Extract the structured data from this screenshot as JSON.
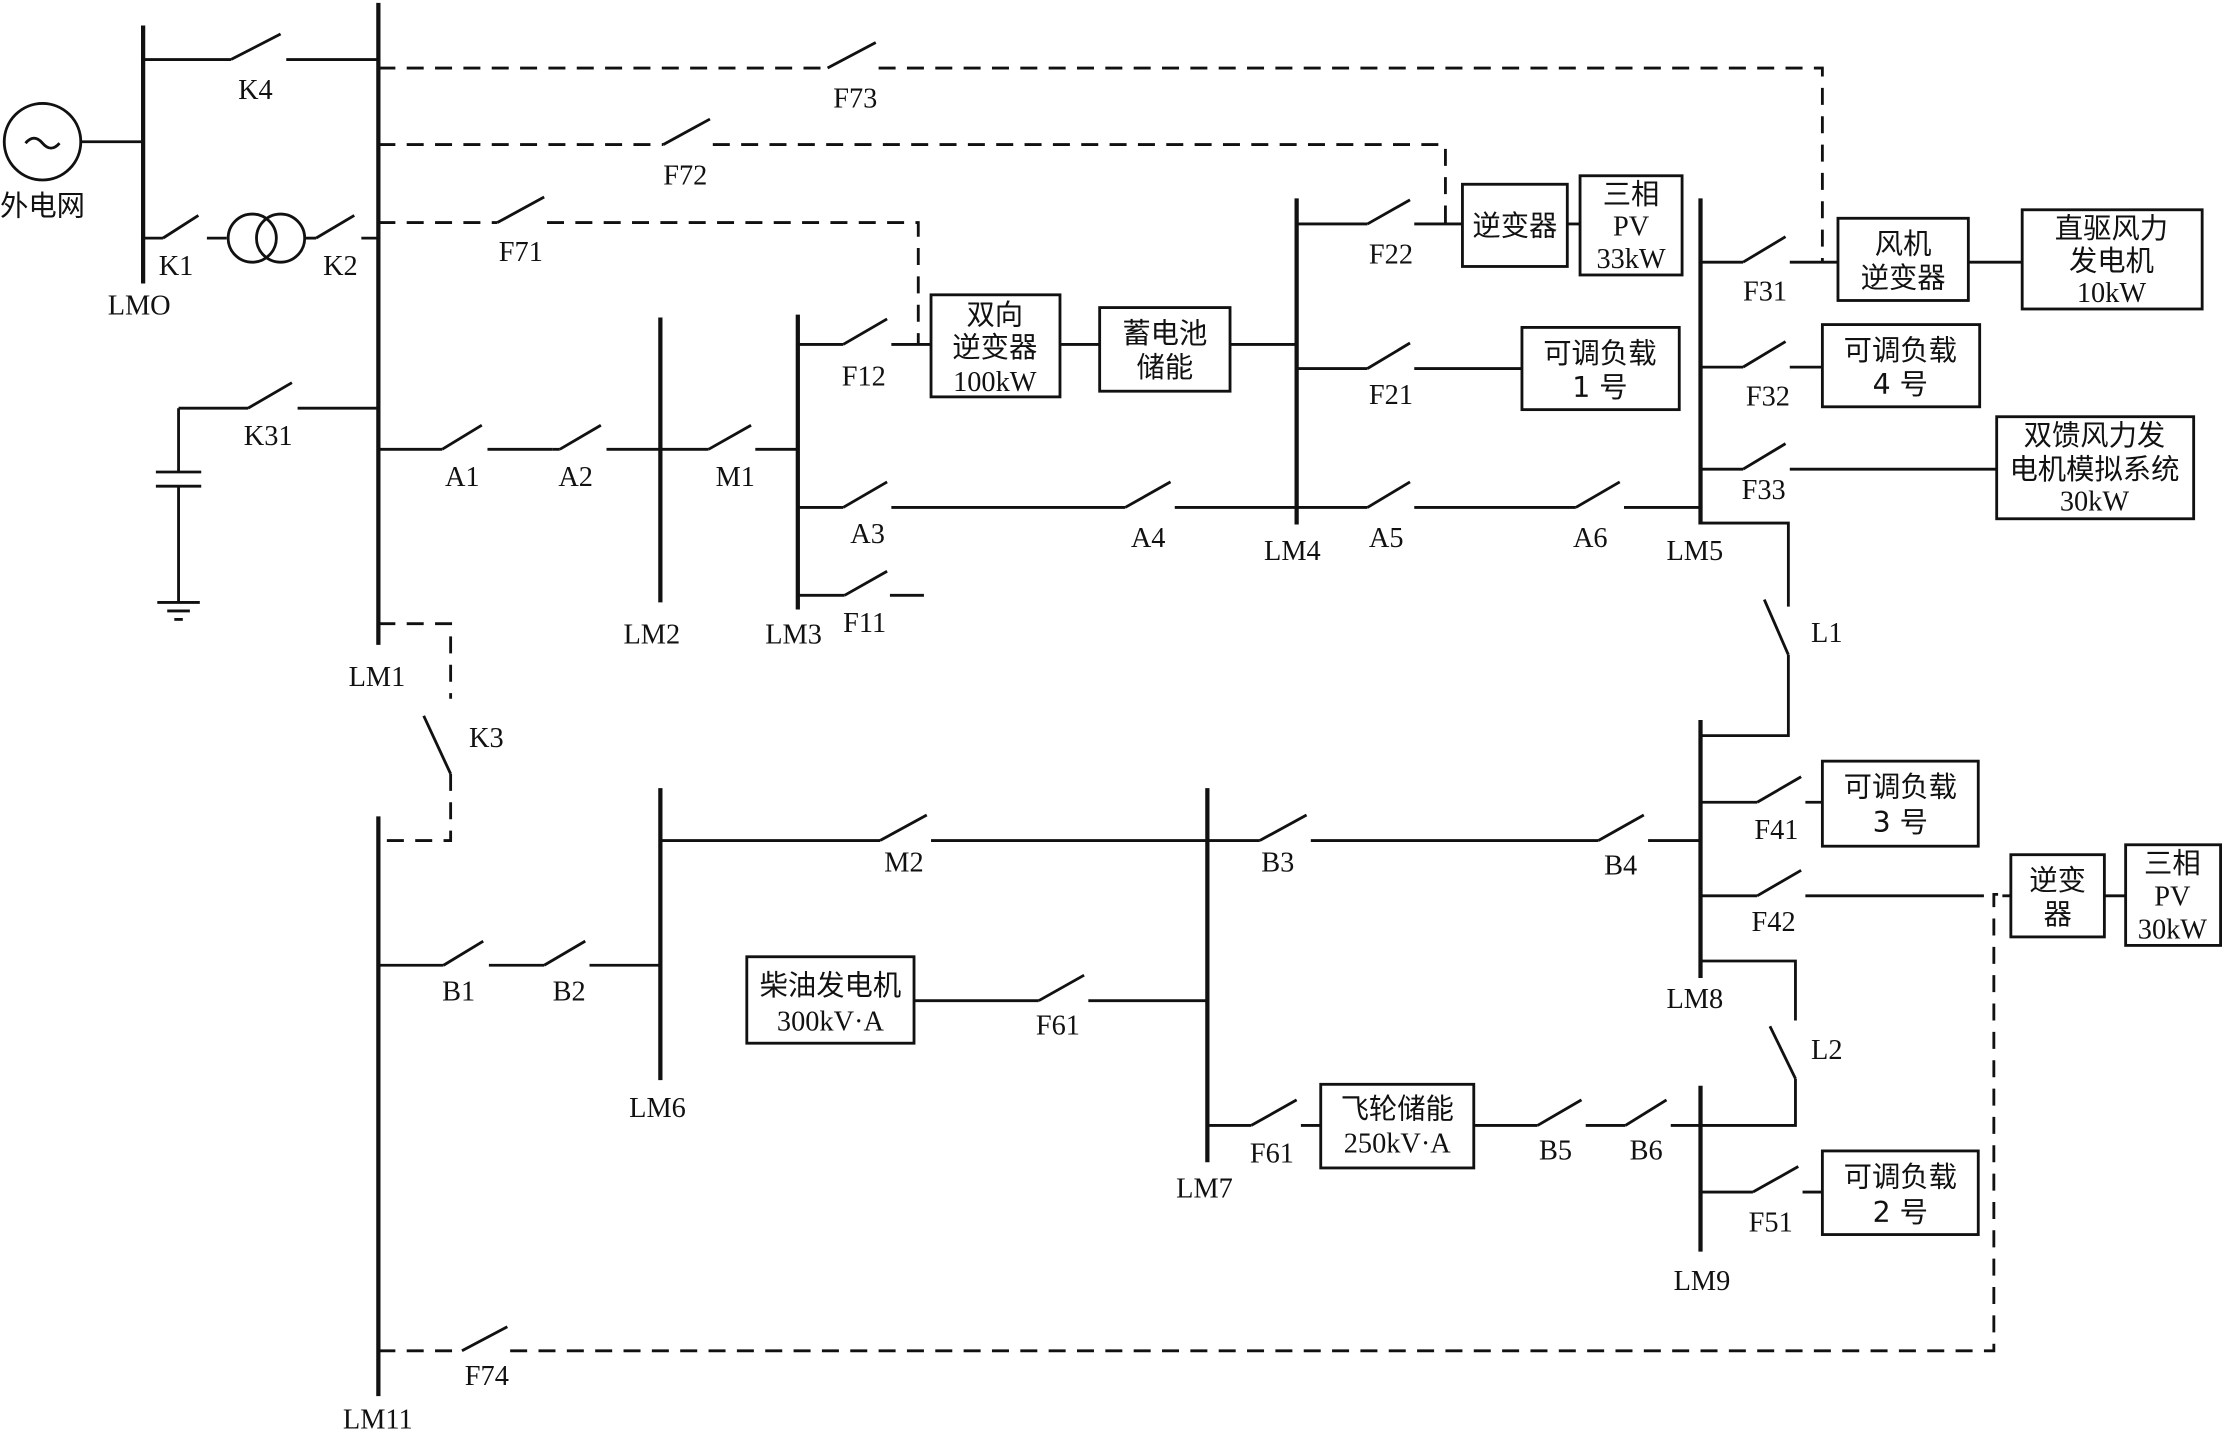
{
  "title": "微电网一次系统接线图",
  "source": {
    "label": "外电网",
    "symbol": "~"
  },
  "buses": {
    "LM0": "LMO",
    "LM1": "LM1",
    "LM2": "LM2",
    "LM3": "LM3",
    "LM4": "LM4",
    "LM5": "LM5",
    "LM6": "LM6",
    "LM7": "LM7",
    "LM8": "LM8",
    "LM9": "LM9",
    "LM11": "LM11"
  },
  "switches": {
    "K4": "K4",
    "K1": "K1",
    "K2": "K2",
    "K31": "K31",
    "K3": "K3",
    "F73": "F73",
    "F72": "F72",
    "F71": "F71",
    "F74": "F74",
    "A1": "A1",
    "A2": "A2",
    "M1": "M1",
    "A3": "A3",
    "A4": "A4",
    "A5": "A5",
    "A6": "A6",
    "F11": "F11",
    "F12": "F12",
    "F21": "F21",
    "F22": "F22",
    "F31": "F31",
    "F32": "F32",
    "F33": "F33",
    "L1": "L1",
    "L2": "L2",
    "B1": "B1",
    "B2": "B2",
    "M2": "M2",
    "B3": "B3",
    "B4": "B4",
    "B5": "B5",
    "B6": "B6",
    "F61a": "F61",
    "F61b": "F61",
    "F41": "F41",
    "F42": "F42",
    "F51": "F51"
  },
  "devices": {
    "bi_inverter": {
      "line1": "双向",
      "line2": "逆变器",
      "line3": "100kW"
    },
    "battery": {
      "line1": "蓄电池",
      "line2": "储能"
    },
    "inverter_pv33": {
      "line1": "逆变器"
    },
    "pv33": {
      "line1": "三相",
      "line2": "PV",
      "line3": "33kW"
    },
    "load1": {
      "line1": "可调负载",
      "line2": "1 号"
    },
    "wind_inverter": {
      "line1": "风机",
      "line2": "逆变器"
    },
    "direct_wind": {
      "line1": "直驱风力",
      "line2": "发电机",
      "line3": "10kW"
    },
    "load4": {
      "line1": "可调负载",
      "line2": "4 号"
    },
    "dfig": {
      "line1": "双馈风力发",
      "line2": "电机模拟系统",
      "line3": "30kW"
    },
    "diesel": {
      "line1": "柴油发电机",
      "line2": "300kV·A"
    },
    "flywheel": {
      "line1": "飞轮储能",
      "line2": "250kV·A"
    },
    "load3": {
      "line1": "可调负载",
      "line2": "3 号"
    },
    "inverter_pv30": {
      "line1": "逆变",
      "line2": "器"
    },
    "pv30": {
      "line1": "三相",
      "line2": "PV",
      "line3": "30kW"
    },
    "load2": {
      "line1": "可调负载",
      "line2": "2 号"
    }
  }
}
